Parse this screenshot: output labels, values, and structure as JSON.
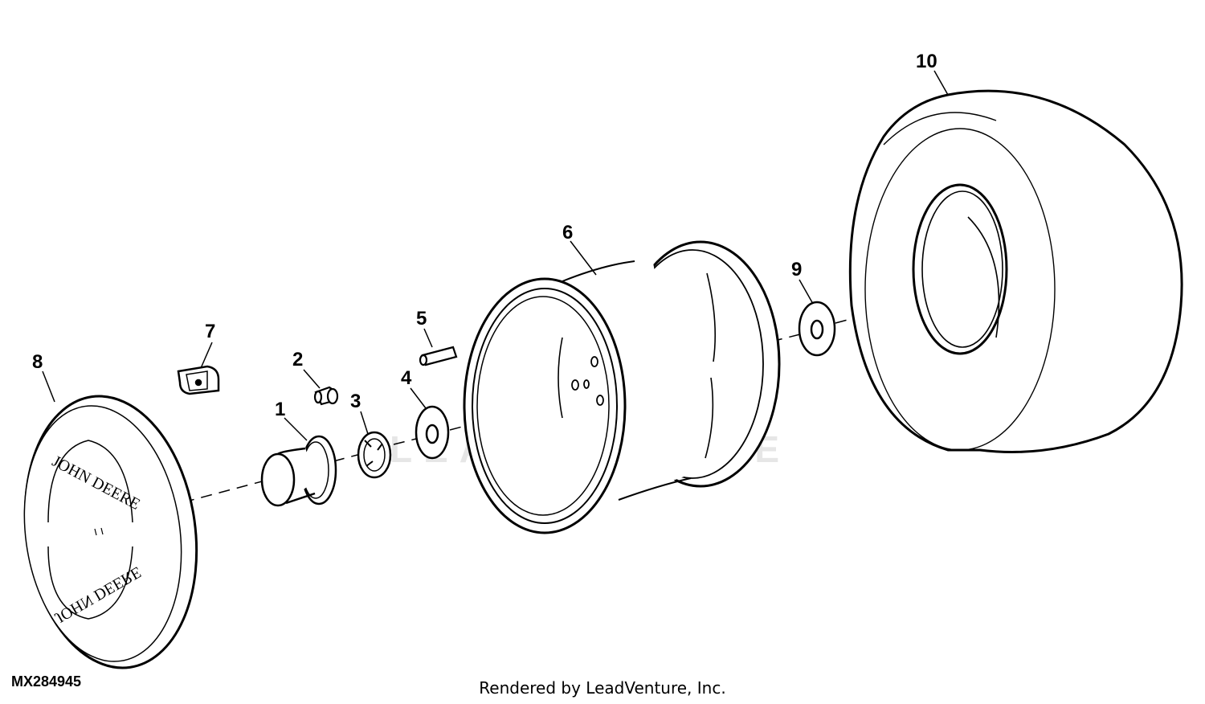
{
  "diagram": {
    "callouts": {
      "c1": "1",
      "c2": "2",
      "c3": "3",
      "c4": "4",
      "c5": "5",
      "c6": "6",
      "c7": "7",
      "c8": "8",
      "c9": "9",
      "c10": "10"
    },
    "figure_code": "MX284945",
    "credit": "Rendered by LeadVenture, Inc.",
    "watermark": "LEADVENTURE",
    "hubcap_logo_top": "JOHN DEERE",
    "hubcap_logo_bottom": "JOHN DEERE"
  }
}
